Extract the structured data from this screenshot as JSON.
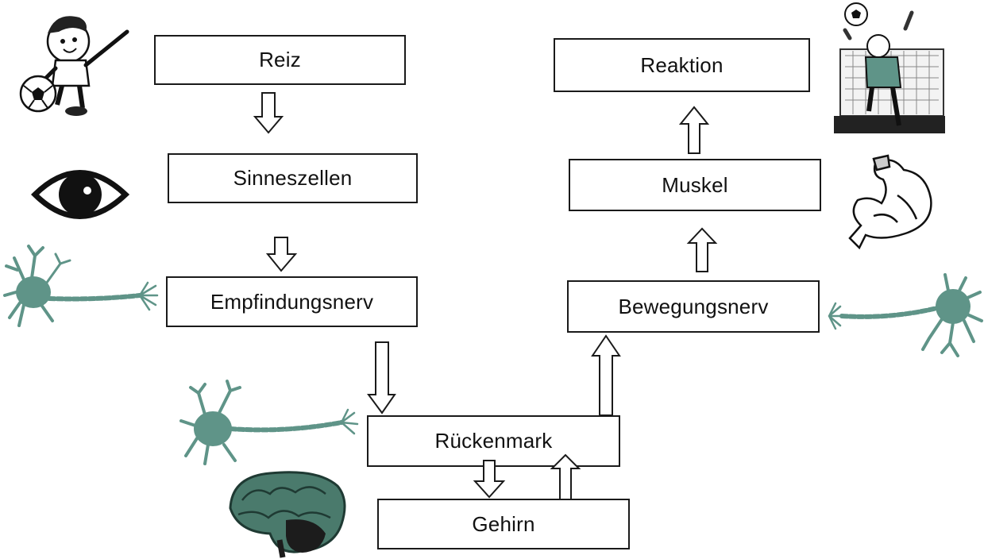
{
  "boxes": {
    "reiz": "Reiz",
    "sinneszellen": "Sinneszellen",
    "empfindungsnerv": "Empfindungsnerv",
    "rueckenmark": "Rückenmark",
    "gehirn": "Gehirn",
    "bewegungsnerv": "Bewegungsnerv",
    "muskel": "Muskel",
    "reaktion": "Reaktion"
  },
  "icons": [
    "soccer-kid-icon",
    "eye-icon",
    "sensory-neuron-icon",
    "neuron-icon",
    "brain-icon",
    "goalkeeper-icon",
    "flexed-arm-icon",
    "motor-neuron-icon"
  ],
  "colors": {
    "neuron": "#5f9488",
    "brain": "#4a7a6c",
    "line": "#1a1a1a"
  }
}
